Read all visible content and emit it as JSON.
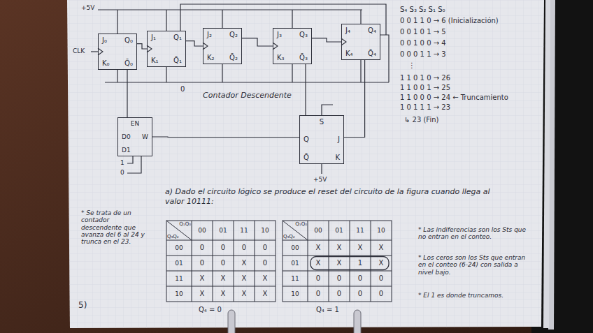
{
  "diagram": {
    "nodes": [
      {
        "text": [
          "J₀",
          "Q₀",
          "K₀",
          "Q̄₀"
        ]
      },
      {
        "text": [
          "J₁",
          "Q₁",
          "K₁",
          "Q̄₁"
        ]
      },
      {
        "text": [
          "J₂",
          "Q₂",
          "K₂",
          "Q̄₂"
        ]
      },
      {
        "text": [
          "J₃",
          "Q₃",
          "K₃",
          "Q̄₃"
        ]
      },
      {
        "text": [
          "J₄",
          "Q₄",
          "K₄",
          "Q̄₄"
        ]
      },
      {
        "text": [
          "EN",
          "D0",
          "D1",
          "W"
        ]
      },
      {
        "text": [
          "S",
          "Q",
          "J",
          "Q̄",
          "K"
        ]
      }
    ],
    "edges": [
      {
        "from": 0,
        "to": 1,
        "arrow": "none"
      },
      {
        "from": 1,
        "to": 2,
        "arrow": "none"
      },
      {
        "from": 2,
        "to": 3,
        "arrow": "none"
      },
      {
        "from": 3,
        "to": 4,
        "arrow": "none"
      },
      {
        "from": 3,
        "to": 6,
        "arrow": "none"
      },
      {
        "from": 4,
        "to": 6,
        "arrow": "none"
      },
      {
        "from": 6,
        "to": 5,
        "arrow": "none"
      },
      {
        "from": 5,
        "to": 0,
        "arrow": "none"
      }
    ],
    "labels": [
      "+5V",
      "CLK",
      "0",
      "Contador Descendente",
      "1",
      "0",
      "+5V",
      "S₄ S₃ S₂ S₁ S₀",
      "0 0 1 1 0 → 6 (Inicialización)",
      "0 0 1 0 1 → 5",
      "0 0 1 0 0 → 4",
      "0 0 0 1 1 → 3",
      "⋮",
      "1 1 0 1 0 → 26",
      "1 1 0 0 1 → 25",
      "1 1 0 0 0 → 24 ← Truncamiento",
      "1 0 1 1 1 → 23",
      "↳ 23 (Fin)",
      "a) Dado el circuito lógico se produce el reset del circuito de la figura cuando llega al valor 10111:",
      "* Se trata de un contador descendente que avanza del 6 al 24 y trunca en el 23.",
      "Q₁Q₀",
      "Q₃Q₂",
      "00",
      "01",
      "11",
      "10",
      "00",
      "01",
      "11",
      "10",
      "0",
      "0",
      "0",
      "0",
      "0",
      "0",
      "X",
      "0",
      "X",
      "X",
      "X",
      "X",
      "X",
      "X",
      "X",
      "X",
      "Q₁Q₀",
      "Q₃Q₂",
      "00",
      "01",
      "11",
      "10",
      "00",
      "01",
      "11",
      "10",
      "X",
      "X",
      "X",
      "X",
      "X",
      "X",
      "1",
      "X",
      "0",
      "0",
      "0",
      "0",
      "0",
      "0",
      "0",
      "0",
      "Q₄ = 0",
      "Q₄ = 1",
      "* Las indiferencias son los Sts que no entran en el conteo.",
      "* Los ceros son los Sts que entran en el conteo (6-24) con salida a nivel bajo.",
      "* El 1 es donde truncamos.",
      "5)"
    ]
  }
}
